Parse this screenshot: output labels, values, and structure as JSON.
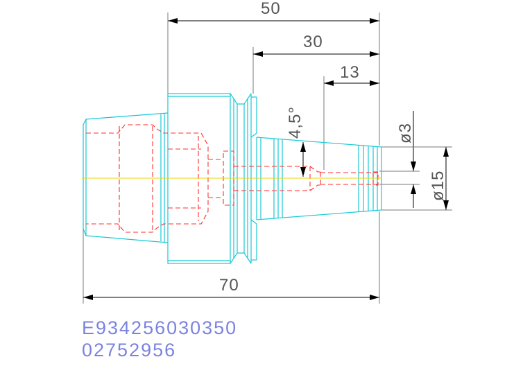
{
  "dimensions": {
    "d50": "50",
    "d30": "30",
    "d13": "13",
    "d70": "70",
    "angle": "4,5°",
    "dia3": "ø3",
    "dia15": "ø15"
  },
  "codes": {
    "line1": "E934256030350",
    "line2": "02752956"
  },
  "colors": {
    "outline": "#17c9d6",
    "hidden_lines": "#ff2d2d",
    "center_line": "#e8d800",
    "dimension_lines": "#000000",
    "code_text": "#7b83e0"
  }
}
